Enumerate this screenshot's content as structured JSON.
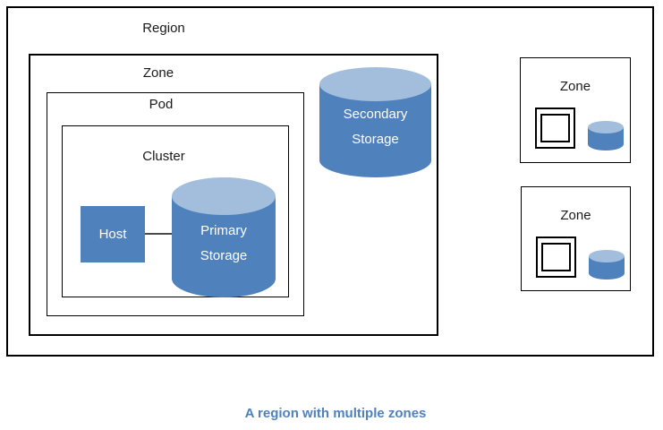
{
  "caption": {
    "text": "A region with multiple zones"
  },
  "region": {
    "label": "Region",
    "main_zone": {
      "label": "Zone",
      "secondary_storage": {
        "line1": "Secondary",
        "line2": "Storage"
      },
      "pod": {
        "label": "Pod",
        "cluster": {
          "label": "Cluster",
          "host": {
            "label": "Host"
          },
          "primary_storage": {
            "line1": "Primary",
            "line2": "Storage"
          }
        }
      }
    },
    "other_zones": [
      {
        "label": "Zone"
      },
      {
        "label": "Zone"
      }
    ]
  },
  "colors": {
    "shape_blue": "#4f81bd",
    "cylinder_top_blue": "#a3bedd",
    "shape_text_white": "#ffffff",
    "caption_blue": "#4f81bd",
    "connector_gray": "#4a4a4a"
  }
}
